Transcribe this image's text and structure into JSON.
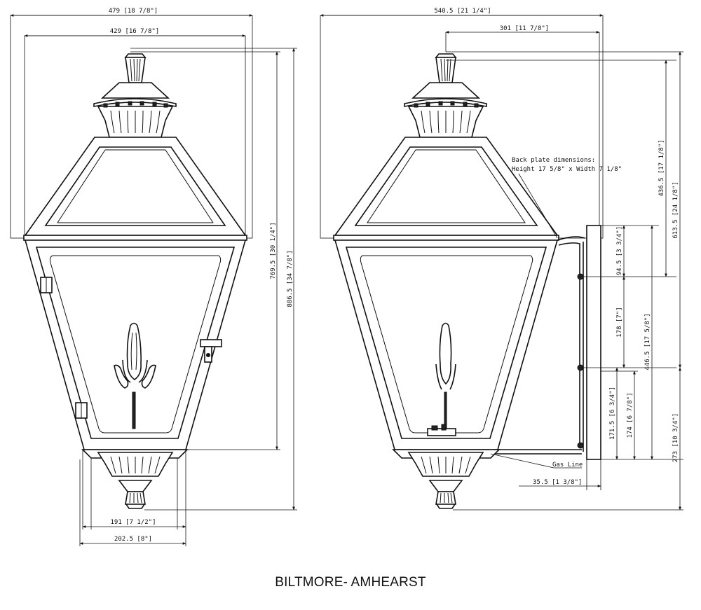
{
  "title": "BILTMORE- AMHEARST",
  "front_view": {
    "dims": {
      "overall_width": "479 [18 7/8\"]",
      "body_width": "429 [16 7/8\"]",
      "height_a": "769.5 [30 1/4\"]",
      "height_b": "886.5 [34 7/8\"]",
      "base_inner": "191 [7 1/2\"]",
      "base_outer": "202.5 [8\"]"
    }
  },
  "side_view": {
    "dims": {
      "overall_depth": "540.5 [21 1/4\"]",
      "body_depth": "301 [11 7/8\"]",
      "plate_to_top": "436.5 [17 1/8\"]",
      "top_to_plate_bottom": "613.5 [24 1/8\"]",
      "plate_top_gap": "94.5 [3 3/4\"]",
      "mount_spacing": "178 [7\"]",
      "plate_height": "446.5 [17 5/8\"]",
      "plate_lower": "171.5 [6 3/4\"]",
      "plate_lower_b": "174 [6 7/8\"]",
      "bottom_offset": "273 [10 3/4\"]",
      "gas_offset": "35.5 [1 3/8\"]"
    },
    "backplate_note_1": "Back plate dimensions:",
    "backplate_note_2": "Height 17 5/8\" x Width 7 1/8\"",
    "gas_label": "Gas Line"
  }
}
